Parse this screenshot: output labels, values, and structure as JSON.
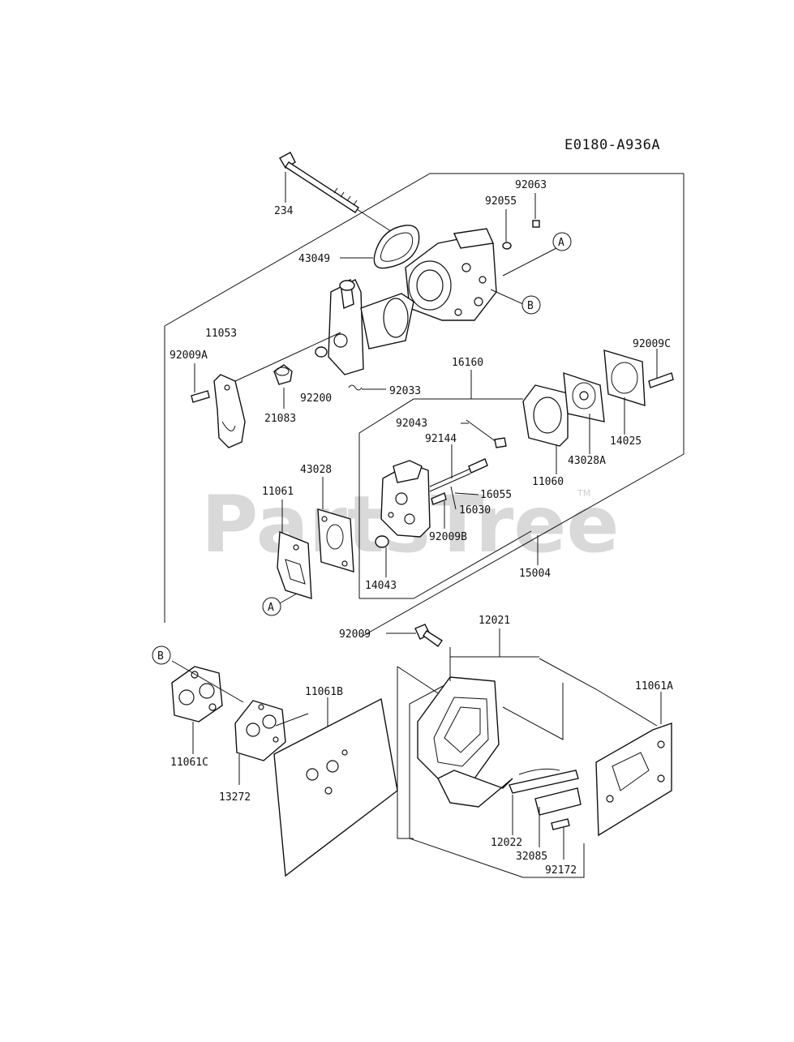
{
  "diagram": {
    "code": "E0180-A936A",
    "watermark": "PartsTree",
    "watermark_mark": "TM",
    "callouts": [
      "A",
      "B"
    ],
    "part_numbers": {
      "p234": "234",
      "p92063": "92063",
      "p92055": "92055",
      "p43049": "43049",
      "p11053": "11053",
      "p92009A": "92009A",
      "p92200": "92200",
      "p92033": "92033",
      "p21083": "21083",
      "p16160": "16160",
      "p92009C": "92009C",
      "p92043": "92043",
      "p92144": "92144",
      "p14025": "14025",
      "p43028A": "43028A",
      "p11060": "11060",
      "p43028": "43028",
      "p11061": "11061",
      "p16055": "16055",
      "p16030": "16030",
      "p92009B": "92009B",
      "p14043": "14043",
      "p15004": "15004",
      "p92009": "92009",
      "p12021": "12021",
      "p11061A": "11061A",
      "p11061B": "11061B",
      "p11061C": "11061C",
      "p13272": "13272",
      "p12022": "12022",
      "p32085": "32085",
      "p92172": "92172"
    }
  }
}
